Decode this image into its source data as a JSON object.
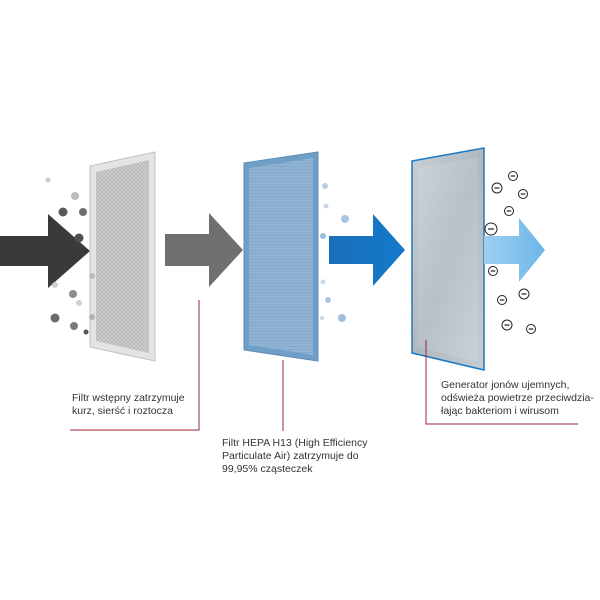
{
  "colors": {
    "arrow_dark": "#3a3a3a",
    "arrow_gray": "#6f6f6f",
    "arrow_blue": "#1670bf",
    "arrow_light": "#7fc0ec",
    "leader_line": "#9b2335",
    "particle_gray": "#8a8a8a",
    "particle_blue": "#9fc3e3",
    "filter_pre": "#b8b8b8",
    "filter_hepa": "#7aa7cc",
    "filter_ion": "#b9c3cb"
  },
  "icons": {
    "negative_ion": "negative-ion-icon",
    "particle": "particle-dot"
  },
  "stages": [
    {
      "name": "pre-filter",
      "caption_lines": [
        "Filtr wstępny zatrzymuje",
        "kurz, sierść i roztocza"
      ]
    },
    {
      "name": "hepa-filter",
      "caption_lines": [
        "Filtr HEPA H13 (High Efficiency",
        "Particulate Air) zatrzymuje do",
        "99,95% cząsteczek"
      ]
    },
    {
      "name": "ion-generator",
      "caption_lines": [
        "Generator jonów ujemnych,",
        "odświeża powietrze przeciwdzia-",
        "łając bakteriom i wirusom"
      ]
    }
  ]
}
